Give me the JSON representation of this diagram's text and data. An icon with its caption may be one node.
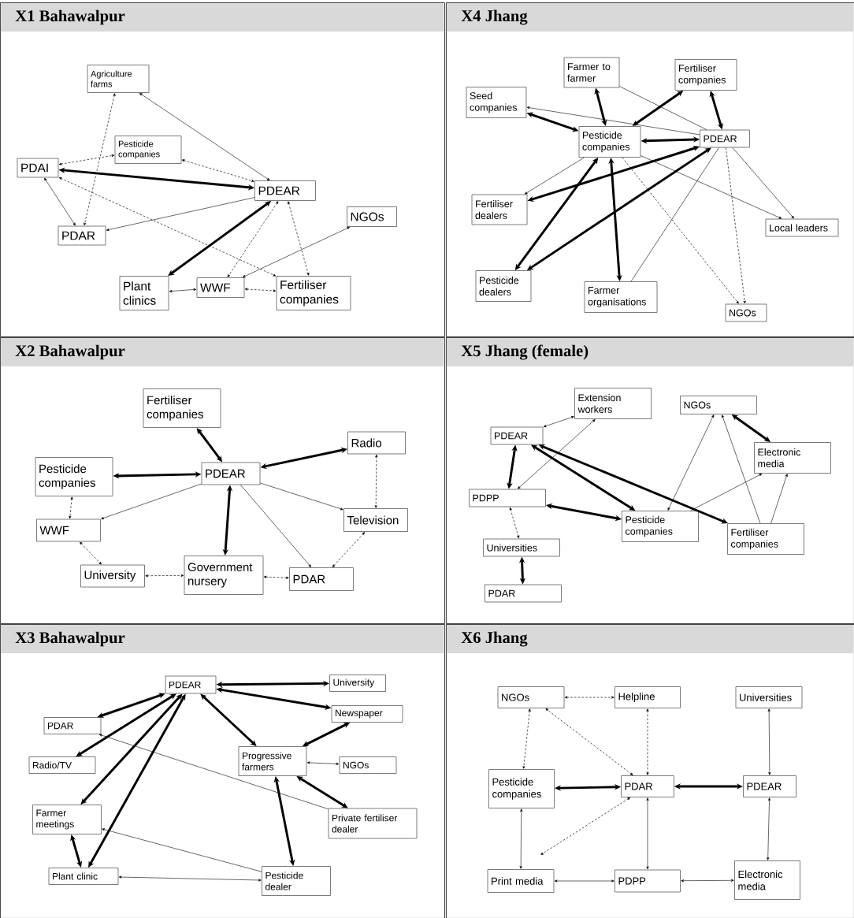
{
  "diagram": {
    "nodes": [
      {
        "text": [
          "X1 Bahawalpur"
        ]
      },
      {
        "text": [
          "Agriculture farms"
        ],
        "in": 0
      },
      {
        "text": [
          "Pesticide companies"
        ],
        "in": 0
      },
      {
        "text": [
          "PDAI"
        ],
        "in": 0
      },
      {
        "text": [
          "PDEAR"
        ],
        "in": 0
      },
      {
        "text": [
          "NGOs"
        ],
        "in": 0
      },
      {
        "text": [
          "PDAR"
        ],
        "in": 0
      },
      {
        "text": [
          "Plant clinics"
        ],
        "in": 0
      },
      {
        "text": [
          "WWF"
        ],
        "in": 0
      },
      {
        "text": [
          "Fertiliser companies"
        ],
        "in": 0
      },
      {
        "text": [
          "X4 Jhang"
        ]
      },
      {
        "text": [
          "Farmer to farmer"
        ],
        "in": 10
      },
      {
        "text": [
          "Fertiliser companies"
        ],
        "in": 10
      },
      {
        "text": [
          "Seed companies"
        ],
        "in": 10
      },
      {
        "text": [
          "Pesticide companies"
        ],
        "in": 10
      },
      {
        "text": [
          "PDEAR"
        ],
        "in": 10
      },
      {
        "text": [
          "Fertiliser dealers"
        ],
        "in": 10
      },
      {
        "text": [
          "Local leaders"
        ],
        "in": 10
      },
      {
        "text": [
          "Pesticide dealers"
        ],
        "in": 10
      },
      {
        "text": [
          "Farmer organisations"
        ],
        "in": 10
      },
      {
        "text": [
          "NGOs"
        ],
        "in": 10
      },
      {
        "text": [
          "X2 Bahawalpur"
        ]
      },
      {
        "text": [
          "Fertiliser companies"
        ],
        "in": 21
      },
      {
        "text": [
          "Radio"
        ],
        "in": 21
      },
      {
        "text": [
          "Pesticide companies"
        ],
        "in": 21
      },
      {
        "text": [
          "PDEAR"
        ],
        "in": 21
      },
      {
        "text": [
          "WWF"
        ],
        "in": 21
      },
      {
        "text": [
          "Television"
        ],
        "in": 21
      },
      {
        "text": [
          "University"
        ],
        "in": 21
      },
      {
        "text": [
          "Government nursery"
        ],
        "in": 21
      },
      {
        "text": [
          "PDAR"
        ],
        "in": 21
      },
      {
        "text": [
          "X5 Jhang (female)"
        ]
      },
      {
        "text": [
          "Extension workers"
        ],
        "in": 31
      },
      {
        "text": [
          "NGOs"
        ],
        "in": 31
      },
      {
        "text": [
          "PDEAR"
        ],
        "in": 31
      },
      {
        "text": [
          "Electronic media"
        ],
        "in": 31
      },
      {
        "text": [
          "PDPP"
        ],
        "in": 31
      },
      {
        "text": [
          "Pesticide companies"
        ],
        "in": 31
      },
      {
        "text": [
          "Fertiliser companies"
        ],
        "in": 31
      },
      {
        "text": [
          "Universities"
        ],
        "in": 31
      },
      {
        "text": [
          "PDAR"
        ],
        "in": 31
      },
      {
        "text": [
          "X3 Bahawalpur"
        ]
      },
      {
        "text": [
          "PDEAR"
        ],
        "in": 41
      },
      {
        "text": [
          "University"
        ],
        "in": 41
      },
      {
        "text": [
          "Newspaper"
        ],
        "in": 41
      },
      {
        "text": [
          "PDAR"
        ],
        "in": 41
      },
      {
        "text": [
          "Progressive farmers"
        ],
        "in": 41
      },
      {
        "text": [
          "Radio/TV"
        ],
        "in": 41
      },
      {
        "text": [
          "NGOs"
        ],
        "in": 41
      },
      {
        "text": [
          "Farmer meetings"
        ],
        "in": 41
      },
      {
        "text": [
          "Private fertiliser dealer"
        ],
        "in": 41
      },
      {
        "text": [
          "Plant clinic"
        ],
        "in": 41
      },
      {
        "text": [
          "Pesticide dealer"
        ],
        "in": 41
      },
      {
        "text": [
          "X6 Jhang"
        ]
      },
      {
        "text": [
          "NGOs"
        ],
        "in": 53
      },
      {
        "text": [
          "Helpline"
        ],
        "in": 53
      },
      {
        "text": [
          "Universities"
        ],
        "in": 53
      },
      {
        "text": [
          "Pesticide companies"
        ],
        "in": 53
      },
      {
        "text": [
          "PDAR"
        ],
        "in": 53
      },
      {
        "text": [
          "PDEAR"
        ],
        "in": 53
      },
      {
        "text": [
          "Print media"
        ],
        "in": 53
      },
      {
        "text": [
          "PDPP"
        ],
        "in": 53
      },
      {
        "text": [
          "Electronic media"
        ],
        "in": 53
      }
    ],
    "edges": [
      {
        "from": 3,
        "to": 4,
        "arrow": "both",
        "style": "thick"
      },
      {
        "from": 1,
        "to": 4,
        "arrow": "both"
      },
      {
        "from": 1,
        "to": 6,
        "arrow": "both",
        "style": "dashed"
      },
      {
        "from": 3,
        "to": 2,
        "arrow": "both",
        "style": "dashed"
      },
      {
        "from": 2,
        "to": 4,
        "arrow": "both",
        "style": "dashed"
      },
      {
        "from": 3,
        "to": 6,
        "arrow": "both"
      },
      {
        "from": 4,
        "to": 6,
        "arrow": "to"
      },
      {
        "from": 3,
        "to": 9,
        "arrow": "both",
        "style": "dashed"
      },
      {
        "from": 4,
        "to": 7,
        "arrow": "both",
        "style": "thick"
      },
      {
        "from": 4,
        "to": 8,
        "arrow": "both",
        "style": "dashed"
      },
      {
        "from": 4,
        "to": 9,
        "arrow": "both",
        "style": "dashed"
      },
      {
        "from": 5,
        "to": 8,
        "arrow": "both"
      },
      {
        "from": 7,
        "to": 8,
        "arrow": "both"
      },
      {
        "from": 8,
        "to": 9,
        "arrow": "both",
        "style": "dashed"
      },
      {
        "from": 11,
        "to": 14,
        "arrow": "both",
        "style": "thick"
      },
      {
        "from": 14,
        "to": 12,
        "arrow": "both",
        "style": "thick"
      },
      {
        "from": 12,
        "to": 15,
        "arrow": "both",
        "style": "thick"
      },
      {
        "from": 13,
        "to": 14,
        "arrow": "both",
        "style": "thick"
      },
      {
        "from": 15,
        "to": 13,
        "arrow": "to"
      },
      {
        "from": 11,
        "to": 15,
        "arrow": "none"
      },
      {
        "from": 14,
        "to": 15,
        "arrow": "both",
        "style": "thick"
      },
      {
        "from": 14,
        "to": 16,
        "arrow": "to"
      },
      {
        "from": 15,
        "to": 16,
        "arrow": "both",
        "style": "thick"
      },
      {
        "from": 14,
        "to": 18,
        "arrow": "both",
        "style": "thick"
      },
      {
        "from": 15,
        "to": 18,
        "arrow": "both",
        "style": "thick"
      },
      {
        "from": 14,
        "to": 19,
        "arrow": "both",
        "style": "thick"
      },
      {
        "from": 19,
        "to": 15,
        "arrow": "none"
      },
      {
        "from": 14,
        "to": 17,
        "arrow": "to"
      },
      {
        "from": 15,
        "to": 17,
        "arrow": "to"
      },
      {
        "from": 14,
        "to": 20,
        "arrow": "to",
        "style": "dashed"
      },
      {
        "from": 15,
        "to": 20,
        "arrow": "to",
        "style": "dashed"
      },
      {
        "from": 22,
        "to": 25,
        "arrow": "both",
        "style": "thick"
      },
      {
        "from": 23,
        "to": 25,
        "arrow": "both",
        "style": "thick"
      },
      {
        "from": 24,
        "to": 25,
        "arrow": "both",
        "style": "thick"
      },
      {
        "from": 24,
        "to": 26,
        "arrow": "both",
        "style": "dashed"
      },
      {
        "from": 25,
        "to": 26,
        "arrow": "to"
      },
      {
        "from": 25,
        "to": 29,
        "arrow": "both",
        "style": "thick"
      },
      {
        "from": 25,
        "to": 27,
        "arrow": "to"
      },
      {
        "from": 25,
        "to": 30,
        "arrow": "to"
      },
      {
        "from": 23,
        "to": 27,
        "arrow": "both",
        "style": "dashed"
      },
      {
        "from": 27,
        "to": 30,
        "arrow": "both",
        "style": "dashed"
      },
      {
        "from": 26,
        "to": 28,
        "arrow": "both",
        "style": "dashed"
      },
      {
        "from": 28,
        "to": 29,
        "arrow": "both",
        "style": "dashed"
      },
      {
        "from": 29,
        "to": 30,
        "arrow": "both",
        "style": "dashed"
      },
      {
        "from": 34,
        "to": 32,
        "arrow": "both"
      },
      {
        "from": 32,
        "to": 36,
        "arrow": "both"
      },
      {
        "from": 37,
        "to": 33,
        "arrow": "both"
      },
      {
        "from": 33,
        "to": 35,
        "arrow": "both",
        "style": "thick"
      },
      {
        "from": 38,
        "to": 33,
        "arrow": "to"
      },
      {
        "from": 38,
        "to": 35,
        "arrow": "to"
      },
      {
        "from": 37,
        "to": 35,
        "arrow": "to"
      },
      {
        "from": 34,
        "to": 36,
        "arrow": "both",
        "style": "thick"
      },
      {
        "from": 34,
        "to": 37,
        "arrow": "both",
        "style": "thick"
      },
      {
        "from": 34,
        "to": 38,
        "arrow": "both",
        "style": "thick"
      },
      {
        "from": 36,
        "to": 37,
        "arrow": "both",
        "style": "thick"
      },
      {
        "from": 36,
        "to": 39,
        "arrow": "both",
        "style": "dashed"
      },
      {
        "from": 39,
        "to": 40,
        "arrow": "both",
        "style": "thick"
      },
      {
        "from": 42,
        "to": 43,
        "arrow": "both",
        "style": "thick"
      },
      {
        "from": 42,
        "to": 44,
        "arrow": "both",
        "style": "thick"
      },
      {
        "from": 42,
        "to": 45,
        "arrow": "both",
        "style": "thick"
      },
      {
        "from": 42,
        "to": 47,
        "arrow": "both",
        "style": "thick"
      },
      {
        "from": 42,
        "to": 46,
        "arrow": "both",
        "style": "thick"
      },
      {
        "from": 44,
        "to": 46,
        "arrow": "both",
        "style": "thick"
      },
      {
        "from": 42,
        "to": 49,
        "arrow": "both",
        "style": "thick"
      },
      {
        "from": 42,
        "to": 51,
        "arrow": "both",
        "style": "thick"
      },
      {
        "from": 46,
        "to": 48,
        "arrow": "both"
      },
      {
        "from": 46,
        "to": 50,
        "arrow": "both",
        "style": "thick"
      },
      {
        "from": 46,
        "to": 52,
        "arrow": "both",
        "style": "thick"
      },
      {
        "from": 50,
        "to": 45,
        "arrow": "to"
      },
      {
        "from": 52,
        "to": 49,
        "arrow": "to"
      },
      {
        "from": 52,
        "to": 51,
        "arrow": "both"
      },
      {
        "from": 49,
        "to": 51,
        "arrow": "both",
        "style": "thick"
      },
      {
        "from": 54,
        "to": 55,
        "arrow": "both",
        "style": "dashed"
      },
      {
        "from": 55,
        "to": 58,
        "arrow": "both",
        "style": "dashed"
      },
      {
        "from": 54,
        "to": 57,
        "arrow": "both",
        "style": "dashed"
      },
      {
        "from": 58,
        "to": 54,
        "arrow": "both",
        "style": "dashed"
      },
      {
        "from": 56,
        "to": 59,
        "arrow": "both"
      },
      {
        "from": 57,
        "to": 58,
        "arrow": "both",
        "style": "thick"
      },
      {
        "from": 58,
        "to": 59,
        "arrow": "both",
        "style": "thick"
      },
      {
        "from": 58,
        "to": null,
        "arrow": "both",
        "style": "dashed"
      },
      {
        "from": 57,
        "to": 60,
        "arrow": "both"
      },
      {
        "from": 58,
        "to": 61,
        "arrow": "both"
      },
      {
        "from": 59,
        "to": 62,
        "arrow": "both"
      },
      {
        "from": 60,
        "to": 61,
        "arrow": "both"
      },
      {
        "from": 61,
        "to": 62,
        "arrow": "both"
      }
    ]
  }
}
